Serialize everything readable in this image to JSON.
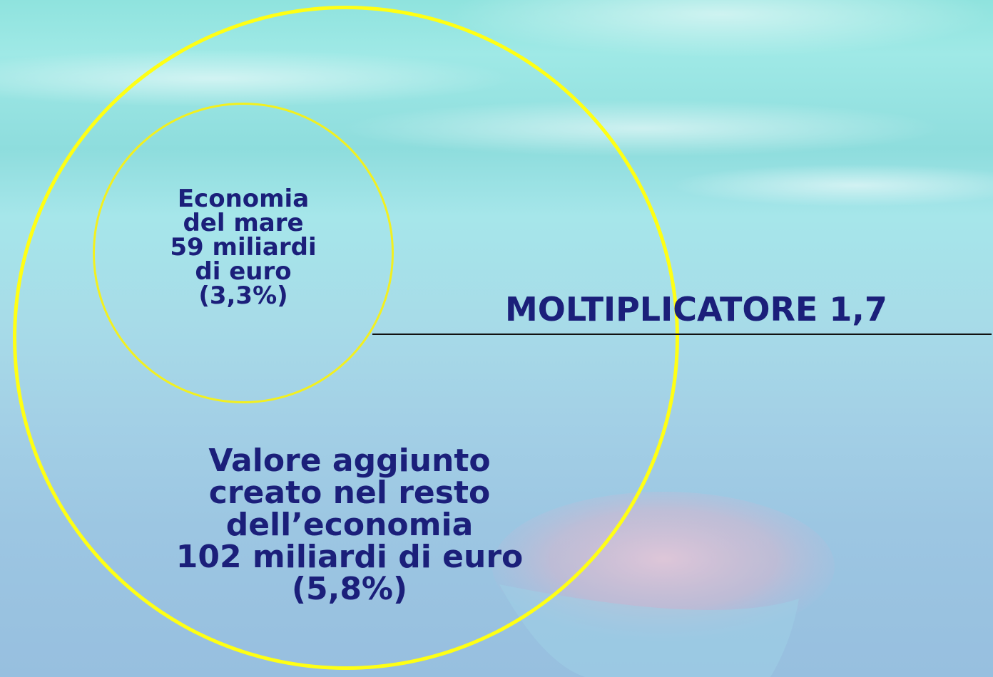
{
  "inner_circle": {
    "lines": [
      "Economia",
      "del mare",
      "59 miliardi",
      "di euro",
      "(3,3%)"
    ]
  },
  "outer_circle": {
    "lines": [
      "Valore aggiunto",
      "creato nel resto",
      "dell’economia",
      "102 miliardi di euro",
      "(5,8%)"
    ]
  },
  "multiplier": {
    "label": "MOLTIPLICATORE 1,7"
  },
  "colors": {
    "circle_stroke": "#ffff14",
    "text": "#1b1f7a",
    "divider": "#111111"
  }
}
